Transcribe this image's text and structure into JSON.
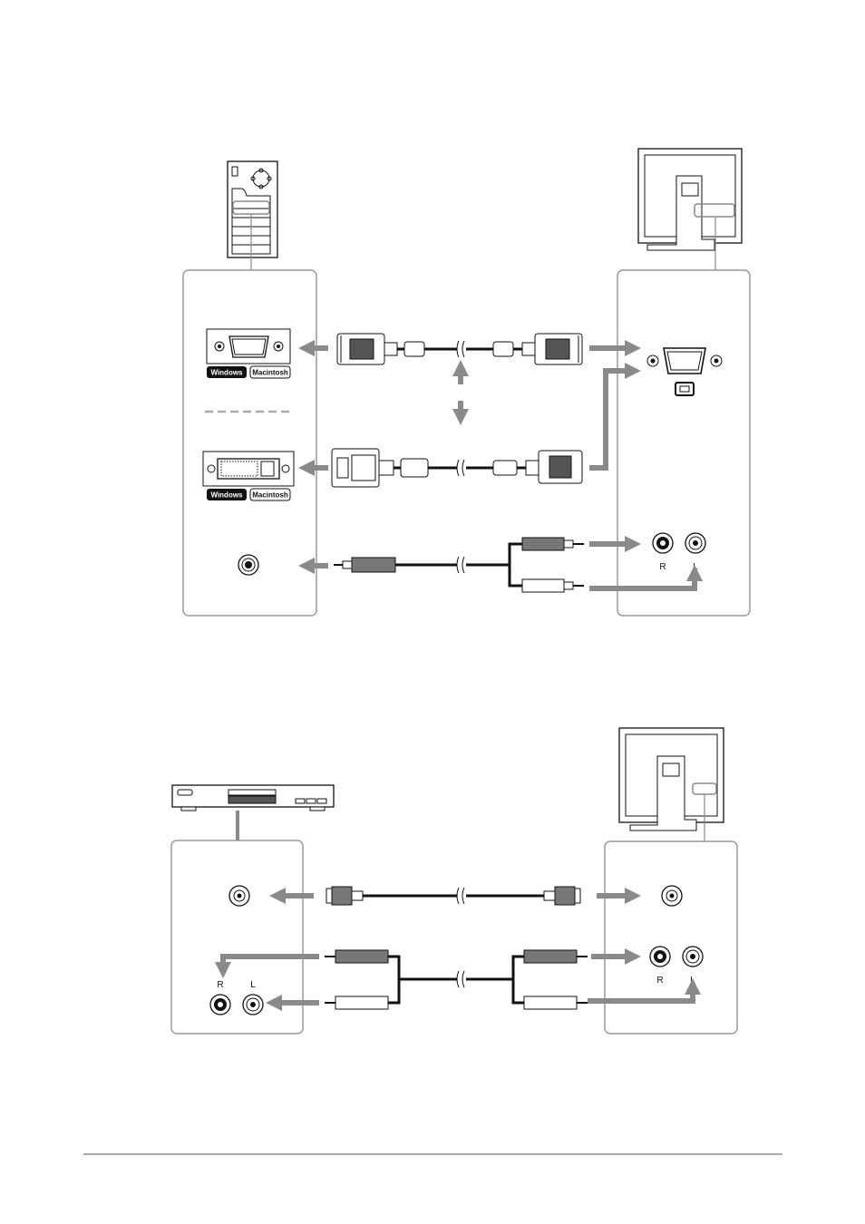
{
  "section1": {
    "pc_ports": {
      "vga_os": [
        "Windows",
        "Macintosh"
      ],
      "dvi_os": [
        "Windows",
        "Macintosh"
      ]
    },
    "monitor_audio": {
      "left_label": "R",
      "right_label": "L"
    }
  },
  "section2": {
    "player_audio": {
      "left_label": "R",
      "right_label": "L"
    },
    "monitor_audio": {
      "left_label": "R",
      "right_label": "L"
    }
  },
  "colors": {
    "arrow": "#8a8a8a",
    "panel_border": "#9a9a9a",
    "line": "#111111"
  }
}
